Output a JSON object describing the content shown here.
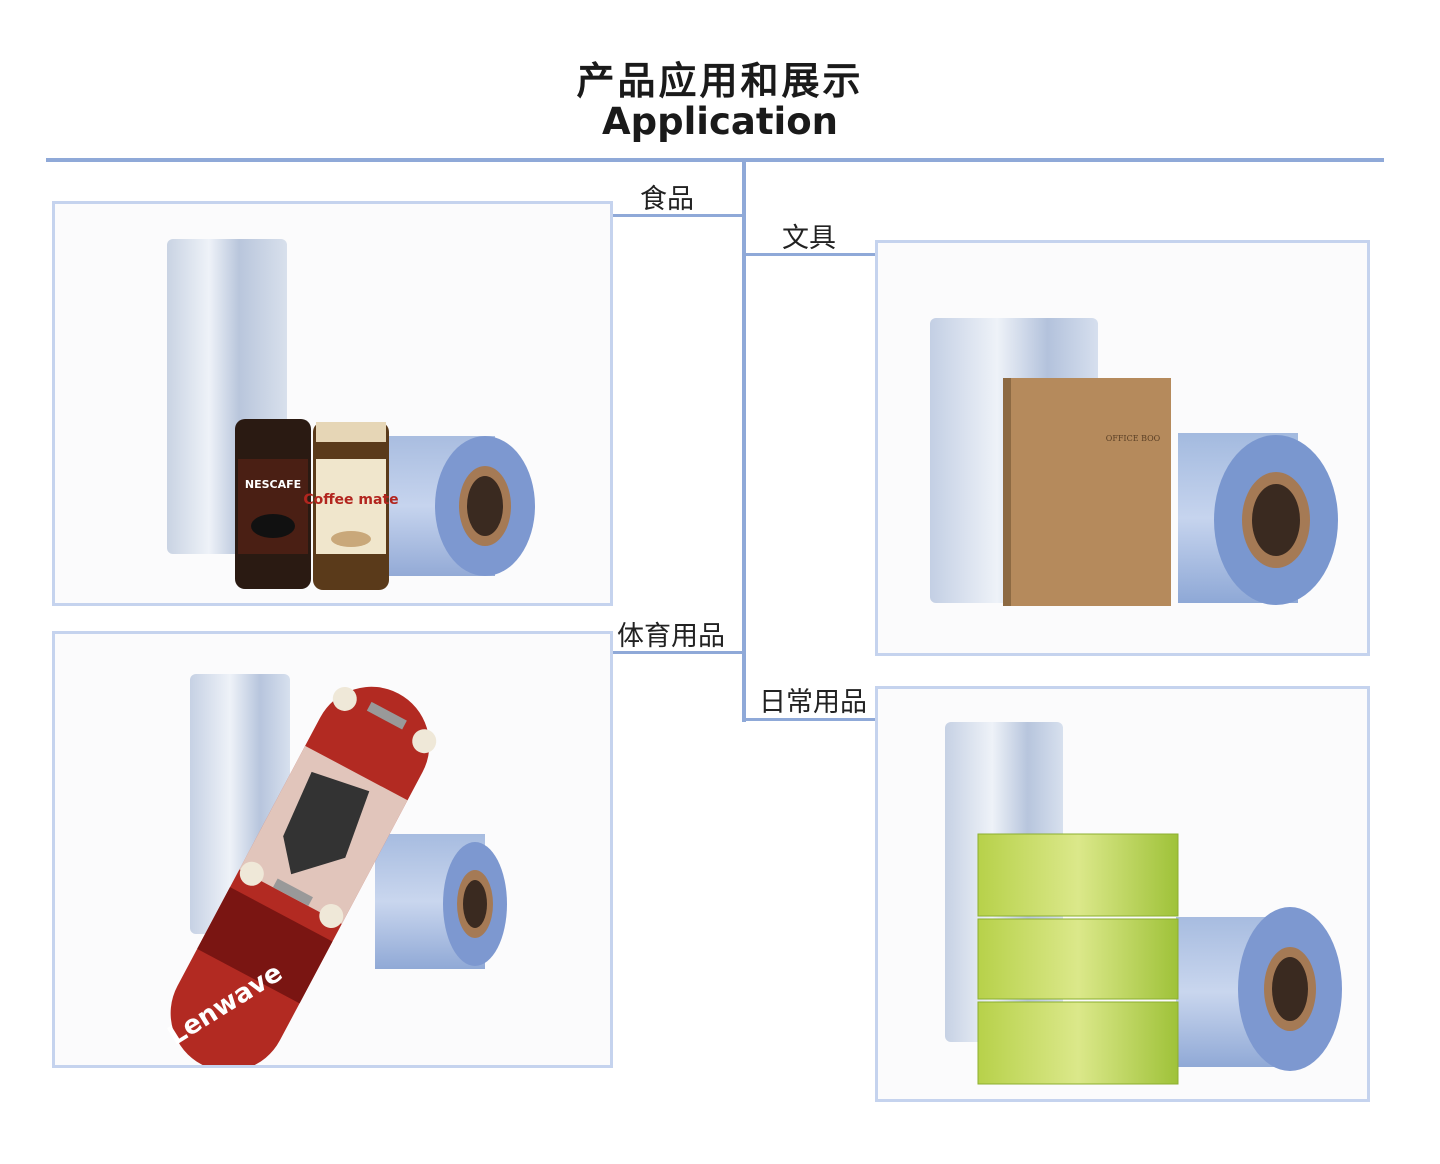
{
  "header": {
    "title_zh": "产品应用和展示",
    "title_en": "Application"
  },
  "categories": {
    "food": {
      "label": "食品",
      "jar1_brand": "NESCAFE",
      "jar2_brand": "Coffee mate"
    },
    "stationery": {
      "label": "文具",
      "notebook_text": "OFFICE BOO"
    },
    "sports": {
      "label": "体育用品",
      "skateboard_brand": "Lenwave"
    },
    "daily": {
      "label": "日常用品"
    }
  },
  "colors": {
    "accent": "#8fa9d8",
    "panel_border": "#c5d3ee"
  }
}
